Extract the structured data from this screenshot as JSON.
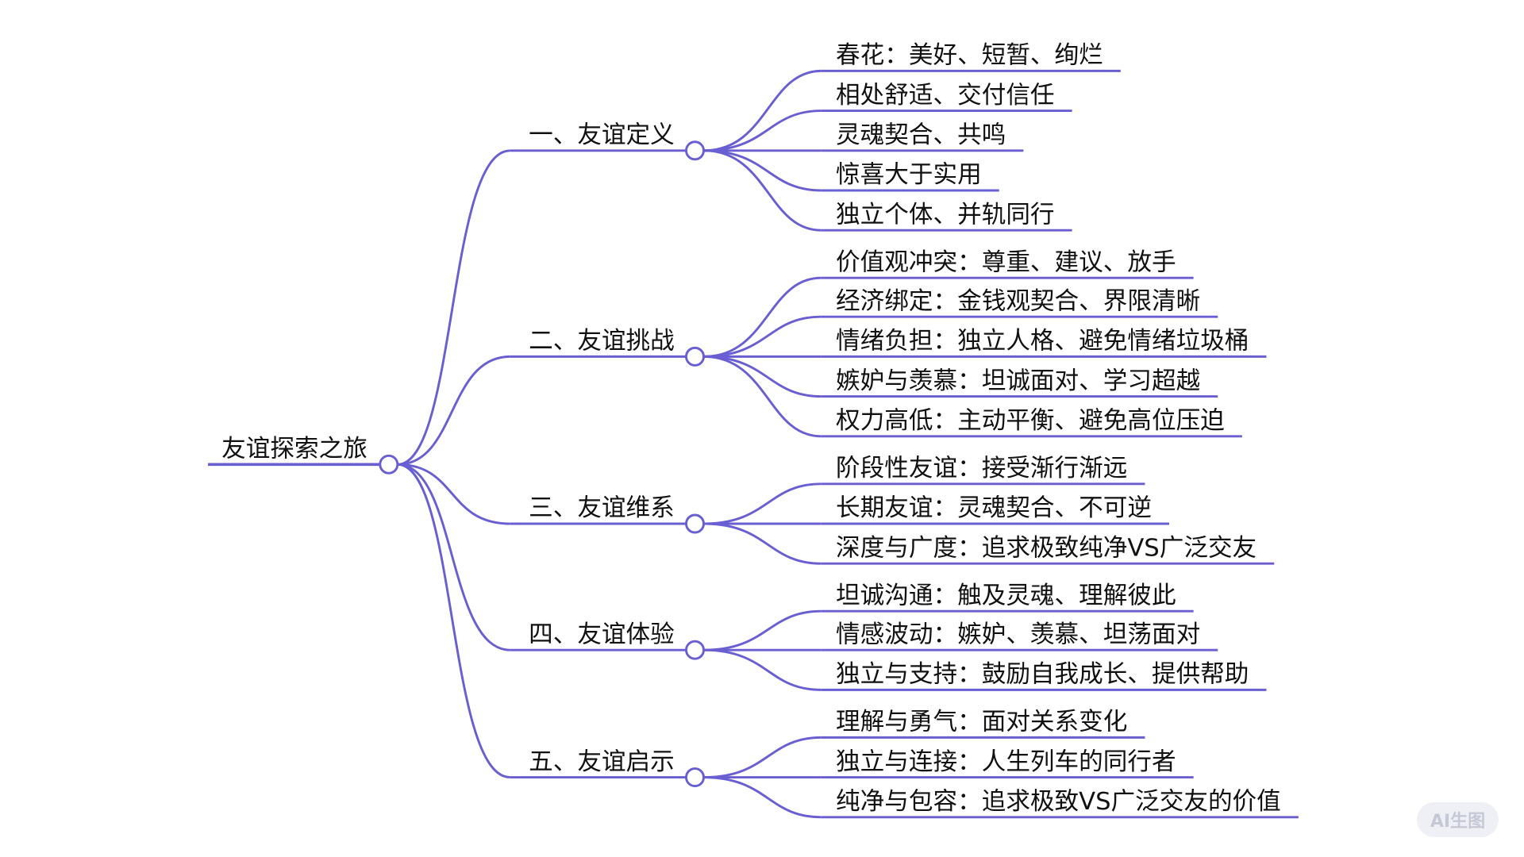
{
  "colors": {
    "line": "#6a5fd2",
    "text": "#111111",
    "background": "#ffffff"
  },
  "root": {
    "label": "友谊探索之旅"
  },
  "branches": [
    {
      "label": "一、友谊定义",
      "children": [
        "春花：美好、短暂、绚烂",
        "相处舒适、交付信任",
        "灵魂契合、共鸣",
        "惊喜大于实用",
        "独立个体、并轨同行"
      ]
    },
    {
      "label": "二、友谊挑战",
      "children": [
        "价值观冲突：尊重、建议、放手",
        "经济绑定：金钱观契合、界限清晰",
        "情绪负担：独立人格、避免情绪垃圾桶",
        "嫉妒与羡慕：坦诚面对、学习超越",
        "权力高低：主动平衡、避免高位压迫"
      ]
    },
    {
      "label": "三、友谊维系",
      "children": [
        "阶段性友谊：接受渐行渐远",
        "长期友谊：灵魂契合、不可逆",
        "深度与广度：追求极致纯净VS广泛交友"
      ]
    },
    {
      "label": "四、友谊体验",
      "children": [
        "坦诚沟通：触及灵魂、理解彼此",
        "情感波动：嫉妒、羡慕、坦荡面对",
        "独立与支持：鼓励自我成长、提供帮助"
      ]
    },
    {
      "label": "五、友谊启示",
      "children": [
        "理解与勇气：面对关系变化",
        "独立与连接：人生列车的同行者",
        "纯净与包容：追求极致VS广泛交友的价值"
      ]
    }
  ],
  "watermark": {
    "label": "AI生图"
  }
}
